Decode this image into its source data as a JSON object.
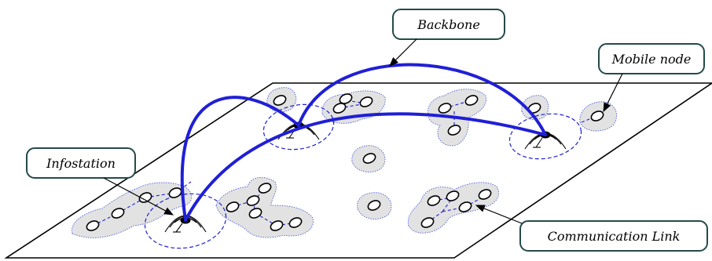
{
  "callouts": {
    "backbone": "Backbone",
    "mobile_node": "Mobile node",
    "infostation": "Infostation",
    "communication_link": "Communication Link"
  },
  "colors": {
    "backbone": "#1f1fd6",
    "link": "#1f1fd6",
    "cluster_fill": "#e2e2e2",
    "cluster_border": "#3a4fd0",
    "callout_border": "#244a4a",
    "node_stroke": "#000000"
  }
}
